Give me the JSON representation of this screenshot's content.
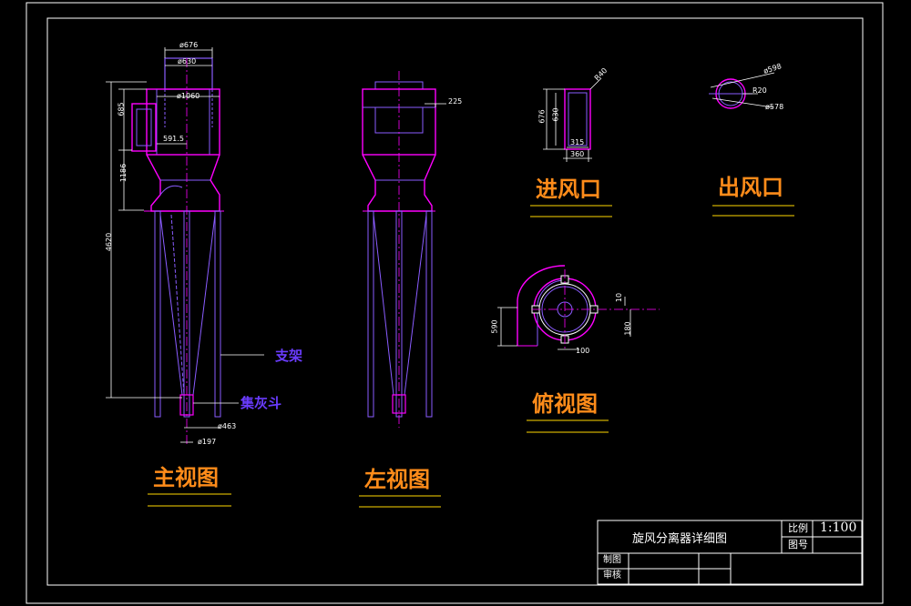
{
  "colors": {
    "background": "#000000",
    "frame": "#ffffff",
    "outline": "#ff00ff",
    "geometry": "#8a5cff",
    "dimension": "#ffffff",
    "title": "#ff8c1a",
    "underline": "#ffd700"
  },
  "views": {
    "front": "主视图",
    "left": "左视图",
    "inlet": "进风口",
    "outlet": "出风口",
    "top": "俯视图"
  },
  "leaders": {
    "support": "支架",
    "hopper": "集灰斗"
  },
  "dims": {
    "d676": "ø676",
    "d630": "ø630",
    "d1060": "ø1060",
    "h685": "685",
    "w591": "591.5",
    "h1186": "1186",
    "h4620": "4620",
    "d463": "ø463",
    "d197": "ø197",
    "side225": "225",
    "in_r40": "R40",
    "in_h676": "676",
    "in_h630": "630",
    "in_w315": "315",
    "in_w360": "360",
    "out_d598": "ø598",
    "out_r20": "R20",
    "out_d578": "ø578",
    "top_10": "10",
    "top_590": "590",
    "top_180": "180",
    "top_100": "100"
  },
  "title_block": {
    "drawing_name": "旋风分离器详细图",
    "scale_label": "比例",
    "scale_value": "1:100",
    "number_label": "图号",
    "drawn_label": "制图",
    "review_label": "审核"
  }
}
